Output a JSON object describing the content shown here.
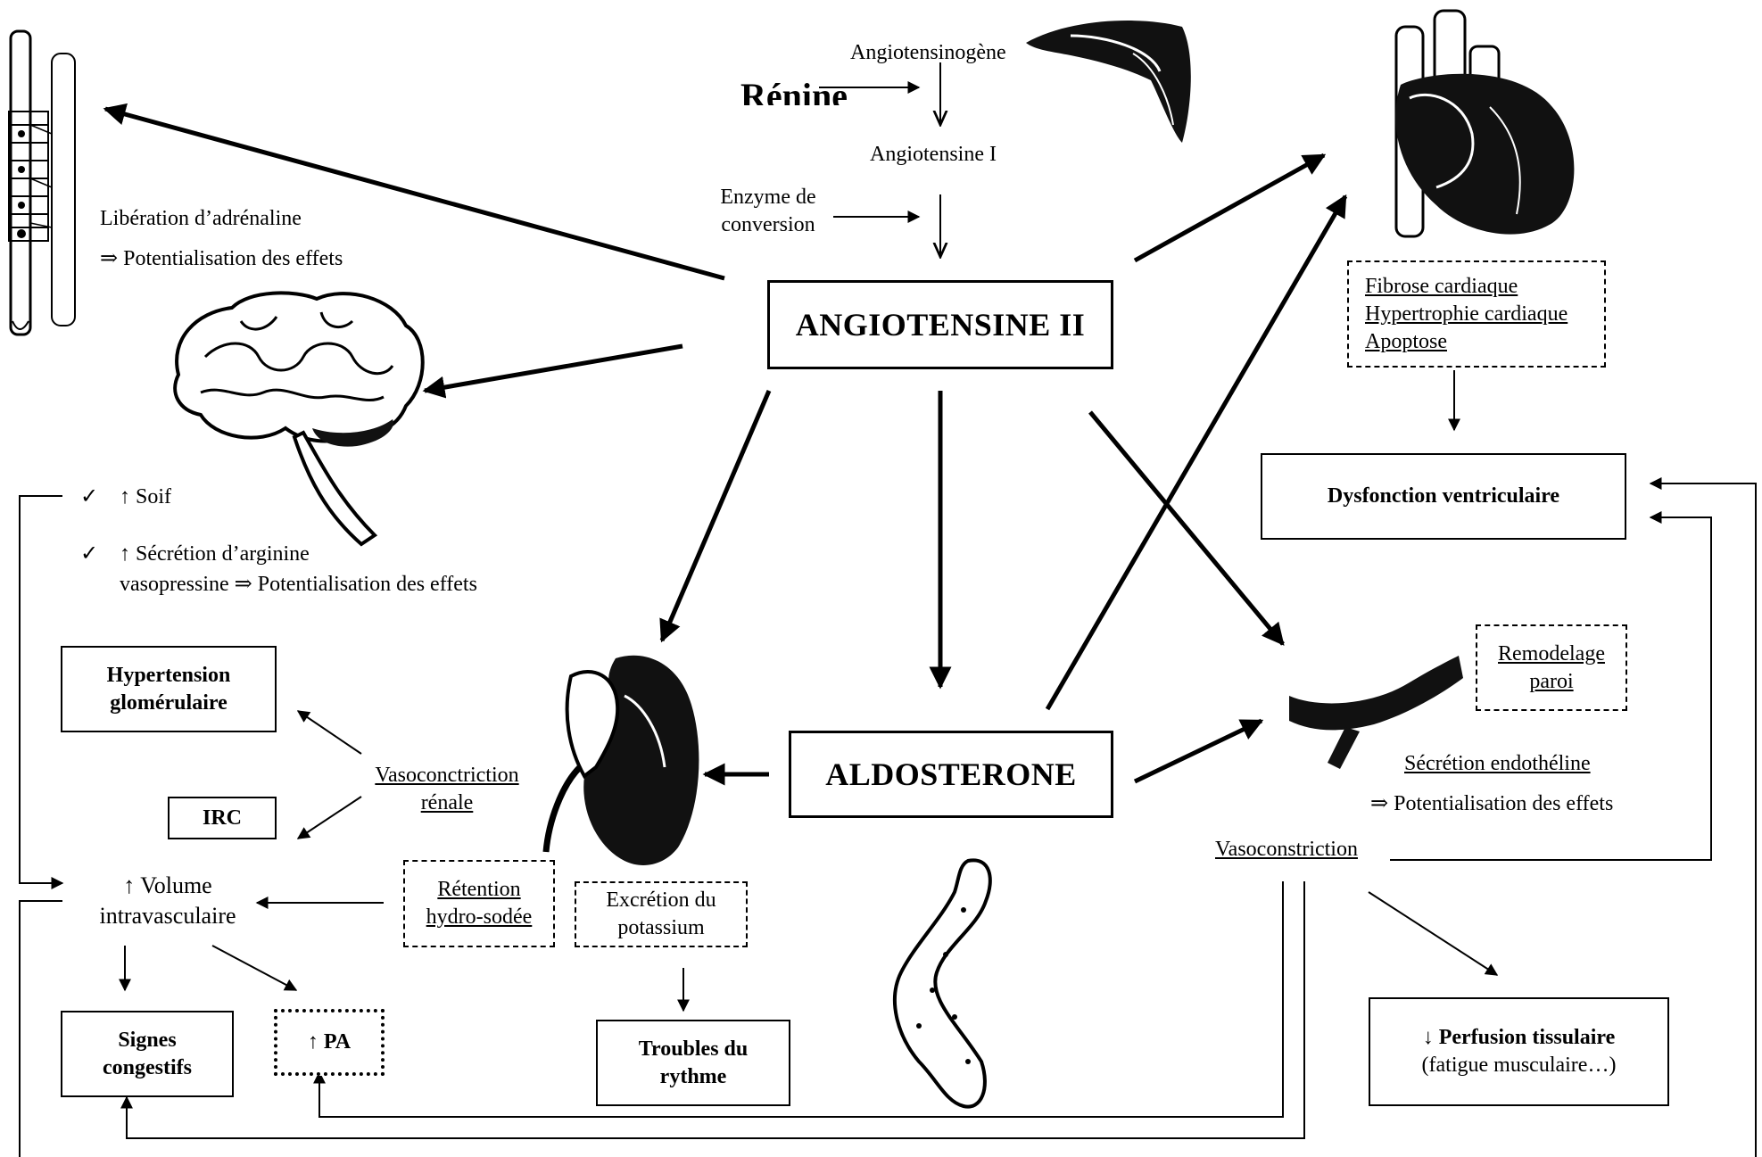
{
  "raas": {
    "angiotensinogene": "Angiotensinogène",
    "renine": "Rénine",
    "angiotensine_i": "Angiotensine I",
    "enzyme_line1": "Enzyme de",
    "enzyme_line2": "conversion",
    "angiotensine_ii": "ANGIOTENSINE II",
    "aldosterone": "ALDOSTERONE"
  },
  "adrenal": {
    "liberation": "Libération d’adrénaline",
    "potentialisation": "⇒ Potentialisation des effets"
  },
  "brain": {
    "check1": "✓",
    "soif": "↑ Soif",
    "check2": "✓",
    "secretion_line1": "↑ Sécrétion d’arginine",
    "secretion_line2": "vasopressine ⇒ Potentialisation des effets"
  },
  "kidney": {
    "hypertension_line1": "Hypertension",
    "hypertension_line2": "glomérulaire",
    "irc": "IRC",
    "vasoconstriction_line1": "Vasoconctriction",
    "vasoconstriction_line2": "rénale",
    "retention_line1": "Rétention",
    "retention_line2": "hydro-sodée",
    "excretion_line1": "Excrétion du",
    "excretion_line2": "potassium",
    "troubles_line1": "Troubles du",
    "troubles_line2": "rythme"
  },
  "volume": {
    "line1": "↑ Volume",
    "line2": "intravasculaire",
    "signes_line1": "Signes",
    "signes_line2": "congestifs",
    "pa": "↑ PA"
  },
  "heart": {
    "fibrose": "Fibrose cardiaque",
    "hypertrophie": "Hypertrophie cardiaque",
    "apoptose": "Apoptose",
    "dysfonction": "Dysfonction ventriculaire"
  },
  "vessel": {
    "remodelage_line1": "Remodelage",
    "remodelage_line2": "paroi",
    "secretion_endotheline": "Sécrétion endothéline",
    "potentialisation": "⇒ Potentialisation des effets",
    "vasoconstriction": "Vasoconstriction",
    "perfusion_line1": "↓ Perfusion tissulaire",
    "perfusion_line2": "(fatigue musculaire…)"
  },
  "illustrations": {
    "liver": "liver-icon",
    "heart": "heart-icon",
    "adrenal": "adrenal-gland-icon",
    "brain": "brain-icon",
    "kidney": "kidney-icon",
    "vessel": "blood-vessel-icon",
    "pancreas": "adrenal-tissue-icon"
  }
}
